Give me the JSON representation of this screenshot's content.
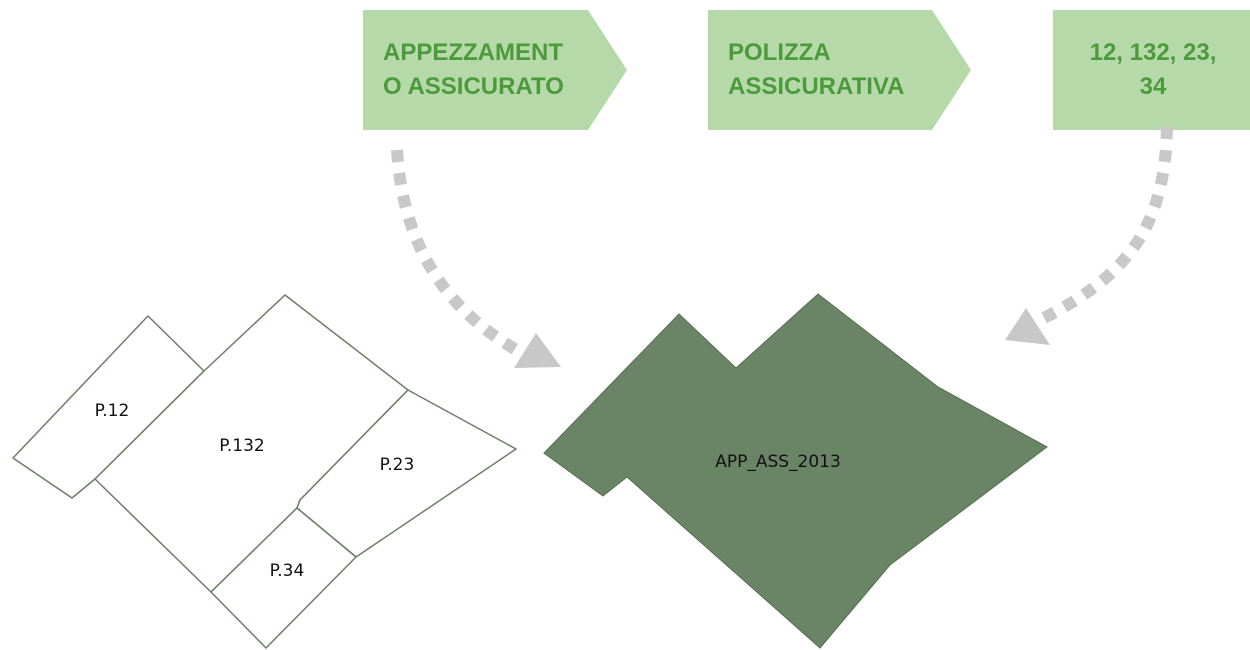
{
  "chevrons": {
    "insured_plot": "APPEZZAMENT\nO ASSICURATO",
    "insurance_policy": "POLIZZA\nASSICURATIVA",
    "parcel_numbers": "12, 132, 23,\n34"
  },
  "parcels": {
    "p12": "P.12",
    "p132": "P.132",
    "p23": "P.23",
    "p34": "P.34"
  },
  "merged_plot": {
    "label": "APP_ASS_2013"
  },
  "colors": {
    "chevron_fill": "#b5d9a9",
    "chevron_text": "#4c9a3c",
    "merged_fill": "#6a8466",
    "merged_stroke": "#55704f",
    "parcel_stroke": "#6a7f64",
    "arrow": "#c8c8c8"
  }
}
